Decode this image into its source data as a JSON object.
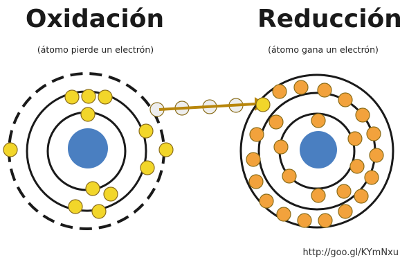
{
  "oxidation": {
    "title": "Oxidación",
    "subtitle": "(átomo pierde un electrón)",
    "nucleus_color": "#4a7fc1",
    "electron_color": "#f2d62a"
  },
  "reduction": {
    "title": "Reducción",
    "subtitle": "(átomo gana un electrón)",
    "nucleus_color": "#4a7fc1",
    "electron_color": "#f2a23c"
  },
  "transfer": {
    "arrow_color": "#b8860b",
    "ghost_electron_color": "#eeeeee",
    "arrow_icon": "arrow-right"
  },
  "source": "http://goo.gl/KYmNxu"
}
